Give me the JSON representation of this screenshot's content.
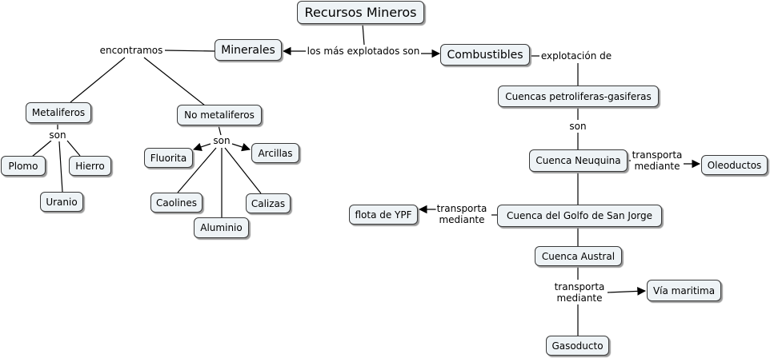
{
  "concepts": {
    "recursos": "Recursos Mineros",
    "minerales": "Minerales",
    "combustibles": "Combustibles",
    "metaliferos": "Metaliferos",
    "no_metaliferos": "No metaliferos",
    "plomo": "Plomo",
    "hierro": "Hierro",
    "uranio": "Uranio",
    "fluorita": "Fluorita",
    "arcillas": "Arcillas",
    "caolines": "Caolines",
    "calizas": "Calizas",
    "aluminio": "Aluminio",
    "cuencas": "Cuencas petroliferas-gasiferas",
    "neuquina": "Cuenca Neuquina",
    "oleoductos": "Oleoductos",
    "golfo": "Cuenca del Golfo de San Jorge",
    "ypf": "flota de YPF",
    "austral": "Cuenca Austral",
    "maritima": "Vía maritima",
    "gasoducto": "Gasoducto"
  },
  "links": {
    "mas_explotados": "los más explotados son",
    "encontramos": "encontramos",
    "explotacion": "explotación de",
    "son_metal": "son",
    "son_nometal": "son",
    "son_cuencas": "son",
    "transporta": "transporta",
    "mediante": "mediante"
  }
}
